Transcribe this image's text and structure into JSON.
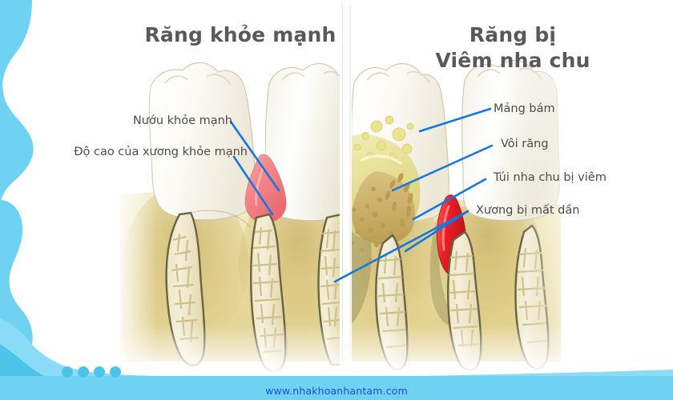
{
  "page": {
    "background_color": "#ffffff",
    "accent_blue": "#6fd2f3",
    "accent_blue_deep": "#4ec3ea",
    "leader_line_color": "#1577e0",
    "title_color": "#58595b",
    "label_color": "#4b4b4d",
    "url_color": "#1b4fd8"
  },
  "titles": {
    "left": "Răng khỏe mạnh",
    "right": "Răng bị\nViêm nha chu"
  },
  "labels": {
    "healthy_gum": "Nướu khỏe mạnh",
    "healthy_bone_height": "Độ cao của xương khỏe mạnh",
    "plaque": "Mảng bám",
    "tartar": "Vôi răng",
    "inflamed_pocket": "Túi nha chu bị viêm",
    "bone_loss": "Xương bị mất dần"
  },
  "footer": {
    "url": "www.nhakhoanhantam.com"
  },
  "decorations": {
    "dots_count": 4,
    "dot_color": "#4ec3ea"
  },
  "illustration": {
    "left_panel": {
      "description": "Healthy teeth cross-section",
      "enamel_color": "#fbfaf6",
      "gum_color": "#f4898d",
      "bone_color": "#ece4b8",
      "root_color": "#e9e1ad"
    },
    "right_panel": {
      "description": "Teeth with periodontitis cross-section",
      "enamel_color": "#fbfaf6",
      "plaque_color": "#e4dc8c",
      "tartar_color": "#c9a964",
      "inflamed_color": "#e8262b",
      "bone_color": "#ece4b8"
    }
  }
}
